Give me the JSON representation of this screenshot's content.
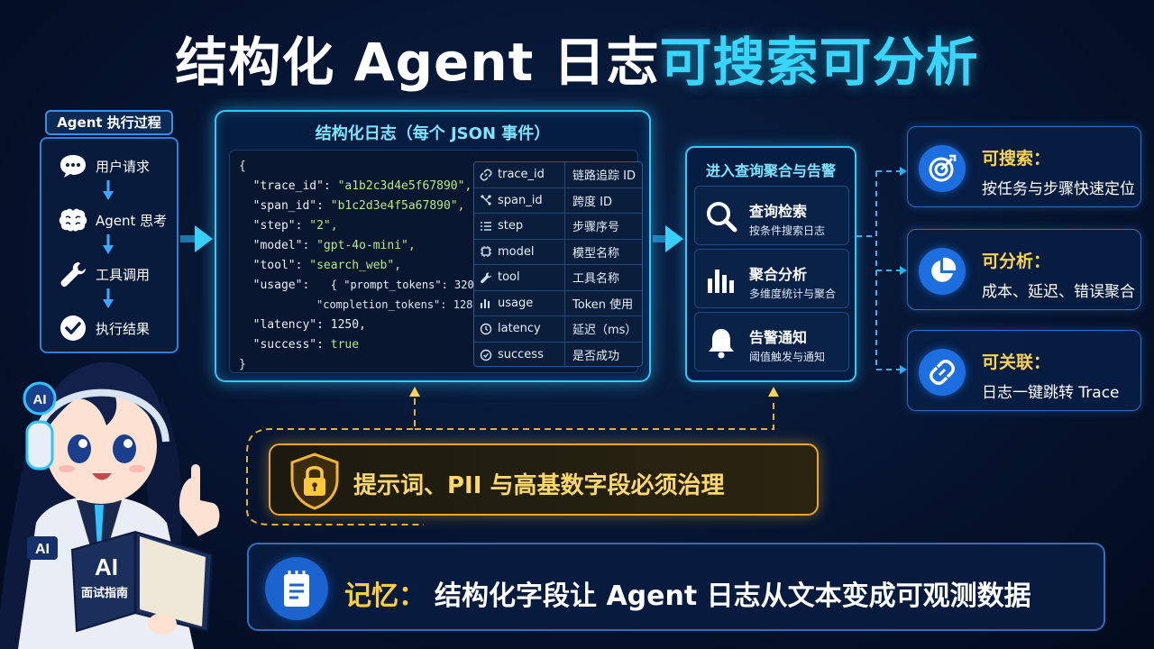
{
  "title": {
    "part1": "结构化 Agent 日志",
    "part2": "可搜索可分析"
  },
  "process": {
    "tag": "Agent 执行过程",
    "steps": [
      {
        "icon": "chat-bubble-icon",
        "label": "用户请求"
      },
      {
        "icon": "brain-icon",
        "label": "Agent 思考"
      },
      {
        "icon": "wrench-icon",
        "label": "工具调用"
      },
      {
        "icon": "check-circle-icon",
        "label": "执行结果"
      }
    ]
  },
  "json_panel": {
    "title": "结构化日志（每个 JSON 事件）",
    "lines": {
      "open": "{",
      "trace_key": "\"trace_id\": ",
      "trace_val": "\"a1b2c3d4e5f67890\",",
      "span_key": "\"span_id\": ",
      "span_val": "\"b1c2d3e4f5a67890\",",
      "step_key": "\"step\": ",
      "step_val": "\"2\",",
      "model_key": "\"model\": ",
      "model_val": "\"gpt-4o-mini\",",
      "tool_key": "\"tool\": ",
      "tool_val": "\"search_web\",",
      "usage_key": "\"usage\":",
      "usage_val1": "{ \"prompt_tokens\": 320,",
      "usage_val2": "\"completion_tokens\": 128 }",
      "latency_key": "\"latency\": ",
      "latency_val": "1250,",
      "success_key": "\"success\": ",
      "success_val": "true",
      "close": "}"
    },
    "fields": [
      {
        "icon": "link-icon",
        "name": "trace_id",
        "desc": "链路追踪 ID"
      },
      {
        "icon": "branch-icon",
        "name": "span_id",
        "desc": "跨度 ID"
      },
      {
        "icon": "list-icon",
        "name": "step",
        "desc": "步骤序号"
      },
      {
        "icon": "chip-icon",
        "name": "model",
        "desc": "模型名称"
      },
      {
        "icon": "wrench-icon",
        "name": "tool",
        "desc": "工具名称"
      },
      {
        "icon": "bar-chart-icon",
        "name": "usage",
        "desc": "Token 使用"
      },
      {
        "icon": "clock-icon",
        "name": "latency",
        "desc": "延迟（ms）"
      },
      {
        "icon": "check-circle-icon",
        "name": "success",
        "desc": "是否成功"
      }
    ]
  },
  "query_panel": {
    "title": "进入查询聚合与告警",
    "cards": [
      {
        "icon": "search-icon",
        "title": "查询检索",
        "desc": "按条件搜索日志"
      },
      {
        "icon": "bar-chart-icon",
        "title": "聚合分析",
        "desc": "多维度统计与聚合"
      },
      {
        "icon": "bell-icon",
        "title": "告警通知",
        "desc": "阈值触发与通知"
      }
    ]
  },
  "outcomes": [
    {
      "icon": "target-icon",
      "title": "可搜索：",
      "desc": "按任务与步骤快速定位"
    },
    {
      "icon": "pie-chart-icon",
      "title": "可分析：",
      "desc": "成本、延迟、错误聚合"
    },
    {
      "icon": "link-icon",
      "title": "可关联：",
      "desc": "日志一键跳转 Trace"
    }
  ],
  "governance": {
    "icon": "shield-lock-icon",
    "text": "提示词、PII 与高基数字段必须治理"
  },
  "memory": {
    "icon": "notepad-icon",
    "label": "记忆：",
    "text": "结构化字段让 Agent 日志从文本变成可观测数据"
  },
  "mascot": {
    "badge": "AI",
    "book_line1": "AI",
    "book_line2": "面试指南",
    "sleeve": "AI"
  },
  "colors": {
    "accent": "#35c8ff",
    "highlight": "#ffd34d",
    "warning": "#e6a92a",
    "card_icon": "#1d6fe0"
  }
}
